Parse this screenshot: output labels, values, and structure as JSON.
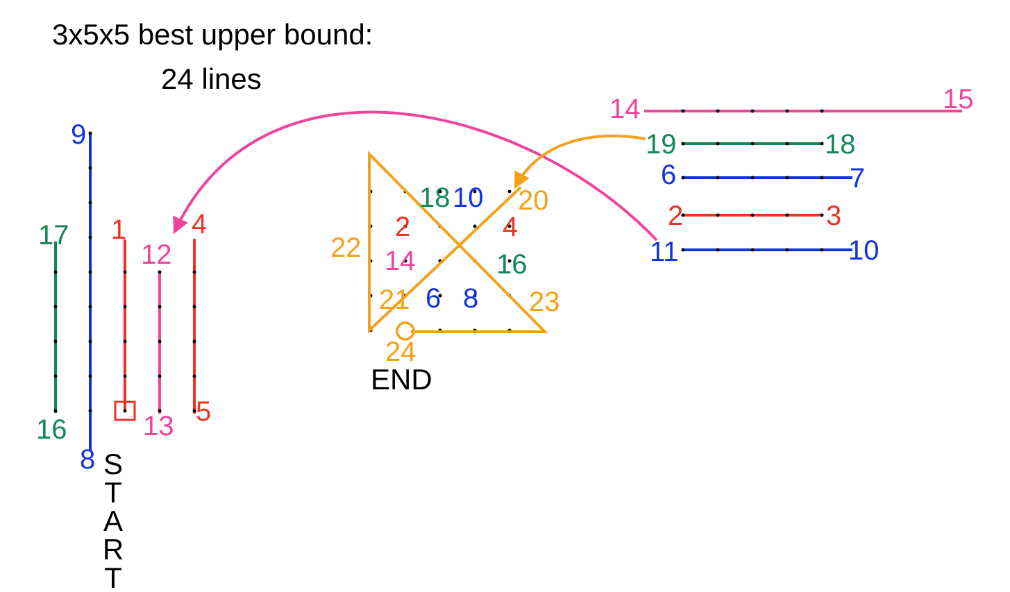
{
  "title": {
    "line1": "3x5x5 best upper bound:",
    "line2": "24 lines"
  },
  "colors": {
    "red": "#ee3322",
    "blue": "#1133dd",
    "green": "#118855",
    "pink": "#ee4499",
    "orange": "#f5a01a",
    "dot": "#000000"
  },
  "markers": {
    "start": "START",
    "end": "END"
  },
  "labels": {
    "l1": "1",
    "l2_right": "2",
    "l2_tri": "2",
    "l3": "3",
    "l4_left": "4",
    "l4_tri": "4",
    "l5": "5",
    "l6_right": "6",
    "l6_tri": "6",
    "l7": "7",
    "l8_left": "8",
    "l8_tri": "8",
    "l9": "9",
    "l10_right": "10",
    "l10_tri": "10",
    "l11": "11",
    "l12": "12",
    "l13": "13",
    "l14_top": "14",
    "l14_tri": "14",
    "l15": "15",
    "l16_left": "16",
    "l16_tri": "16",
    "l17": "17",
    "l18_right": "18",
    "l18_tri": "18",
    "l19": "19",
    "l20": "20",
    "l21": "21",
    "l22": "22",
    "l23": "23",
    "l24": "24"
  }
}
